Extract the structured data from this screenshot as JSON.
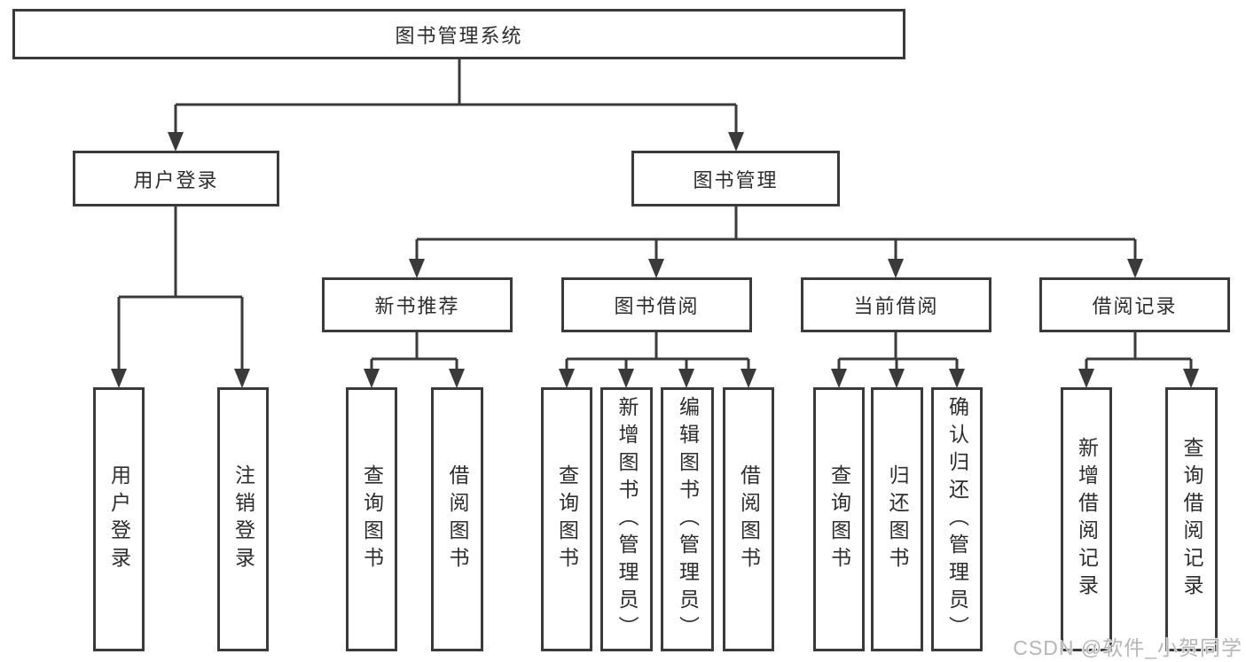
{
  "tree": {
    "root": {
      "label": "图书管理系统"
    },
    "children": [
      {
        "label": "用户登录",
        "children": [
          {
            "label": "用户登录"
          },
          {
            "label": "注销登录"
          }
        ]
      },
      {
        "label": "图书管理",
        "children": [
          {
            "label": "新书推荐",
            "children": [
              {
                "label": "查询图书"
              },
              {
                "label": "借阅图书"
              }
            ]
          },
          {
            "label": "图书借阅",
            "children": [
              {
                "label": "查询图书"
              },
              {
                "label": "新增图书（管理员）"
              },
              {
                "label": "编辑图书（管理员）"
              },
              {
                "label": "借阅图书"
              }
            ]
          },
          {
            "label": "当前借阅",
            "children": [
              {
                "label": "查询图书"
              },
              {
                "label": "归还图书"
              },
              {
                "label": "确认归还（管理员）"
              }
            ]
          },
          {
            "label": "借阅记录",
            "children": [
              {
                "label": "新增借阅记录"
              },
              {
                "label": "查询借阅记录"
              }
            ]
          }
        ]
      }
    ]
  },
  "watermark": {
    "text": "CSDN @软件_小贺同学"
  },
  "colors": {
    "line": "#3a3a3a",
    "text": "#2d2d2d",
    "background": "#ffffff",
    "watermark": "#b6b6b6"
  }
}
